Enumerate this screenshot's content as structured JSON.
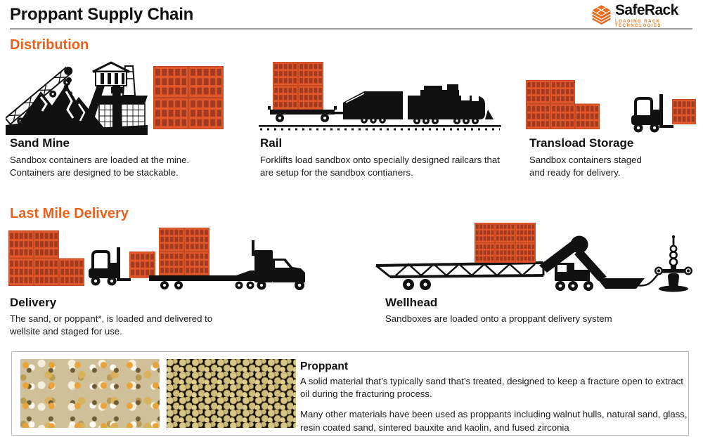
{
  "page": {
    "title": "Proppant Supply Chain"
  },
  "logo": {
    "name": "SafeRack",
    "tagline": "LOADING RACK TECHNOLOGIES",
    "icon": "saferack-cube-icon"
  },
  "sections": {
    "distribution": {
      "heading": "Distribution",
      "items": [
        {
          "title": "Sand Mine",
          "description": "Sandbox containers are loaded at the mine. Containers are designed to be stackable."
        },
        {
          "title": "Rail",
          "description": "Forklifts load sandbox onto specially designed railcars that are setup for the sandbox contianers."
        },
        {
          "title": "Transload Storage",
          "description": "Sandbox containers staged and ready for delivery."
        }
      ]
    },
    "last_mile": {
      "heading": "Last Mile Delivery",
      "items": [
        {
          "title": "Delivery",
          "description": "The sand, or poppant*, is loaded and delivered to wellsite and staged for use."
        },
        {
          "title": "Wellhead",
          "description": "Sandboxes are loaded onto a proppant delivery system"
        }
      ]
    }
  },
  "proppant_box": {
    "title": "Proppant",
    "paragraph1": "A solid material that’s typically sand that’s treated, designed to keep a fracture open to extract oil during the fracturing process.",
    "paragraph2": "Many other materials have been used as proppants including walnut hulls, natural sand, glass, resin coated sand, sintered bauxite and kaolin, and fused zirconia",
    "photos": [
      "sand-grains-photo",
      "proppant-beads-photo"
    ]
  },
  "figures": [
    "sand-mine-illustration",
    "stacked-containers-illustration",
    "rail-train-illustration",
    "transload-containers-illustration",
    "transload-forklift-illustration",
    "delivery-containers-illustration",
    "delivery-forklift-illustration",
    "delivery-truck-illustration",
    "wellhead-delivery-illustration"
  ],
  "colors": {
    "accent_orange": "#E8611F",
    "container_orange": "#E2572B",
    "container_cell": "#A23A1F",
    "silhouette_black": "#111111",
    "rule_gray": "#9C9C9C",
    "logo_orange": "#EE6C1E"
  }
}
